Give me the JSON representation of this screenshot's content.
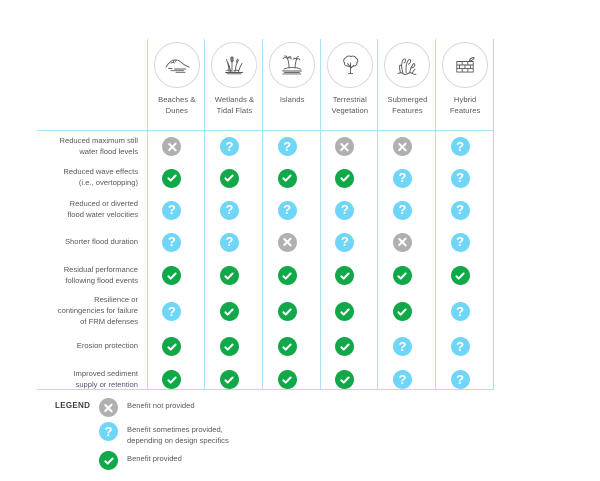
{
  "chart_data": {
    "type": "table",
    "title": "",
    "categories": [
      "Beaches & Dunes",
      "Wetlands & Tidal Flats",
      "Islands",
      "Terrestrial Vegetation",
      "Submerged Features",
      "Hybrid Features"
    ],
    "rows": [
      "Reduced maximum still water flood levels",
      "Reduced wave effects (i.e., overtopping)",
      "Reduced or diverted flood water velocities",
      "Shorter flood duration",
      "Residual performance following flood events",
      "Resilience or contingencies for failure of FRM defenses",
      "Erosion protection",
      "Improved sediment supply or retention"
    ],
    "values": [
      [
        "no",
        "maybe",
        "maybe",
        "no",
        "no",
        "maybe"
      ],
      [
        "yes",
        "yes",
        "yes",
        "yes",
        "maybe",
        "maybe"
      ],
      [
        "maybe",
        "maybe",
        "maybe",
        "maybe",
        "maybe",
        "maybe"
      ],
      [
        "maybe",
        "maybe",
        "no",
        "maybe",
        "no",
        "maybe"
      ],
      [
        "yes",
        "yes",
        "yes",
        "yes",
        "yes",
        "yes"
      ],
      [
        "maybe",
        "yes",
        "yes",
        "yes",
        "yes",
        "maybe"
      ],
      [
        "yes",
        "yes",
        "yes",
        "yes",
        "maybe",
        "maybe"
      ],
      [
        "yes",
        "yes",
        "yes",
        "yes",
        "maybe",
        "maybe"
      ]
    ],
    "value_legend": {
      "no": "Benefit not provided",
      "maybe": "Benefit sometimes provided, depending on design specifics",
      "yes": "Benefit provided"
    }
  },
  "colors": {
    "rule": "#a9e1f7",
    "no": "#b0b0b0",
    "maybe": "#6fd6f7",
    "yes": "#11a84a",
    "text": "#58595b",
    "icon_outline": "#58595b",
    "icon_circle_border": "#d9dadb"
  },
  "header": {
    "columns": [
      {
        "icon": "beach-dune-icon",
        "line1": "Beaches &",
        "line2": "Dunes"
      },
      {
        "icon": "wetland-tidal-flat-icon",
        "line1": "Wetlands &",
        "line2": "Tidal Flats"
      },
      {
        "icon": "island-icon",
        "line1": "Islands",
        "line2": ""
      },
      {
        "icon": "tree-icon",
        "line1": "Terrestrial",
        "line2": "Vegetation"
      },
      {
        "icon": "seagrass-icon",
        "line1": "Submerged",
        "line2": "Features"
      },
      {
        "icon": "brick-wall-icon",
        "line1": "Hybrid",
        "line2": "Features"
      }
    ]
  },
  "rows": [
    {
      "line1": "Reduced maximum still",
      "line2": "water flood levels",
      "line3": "",
      "values": [
        "no",
        "maybe",
        "maybe",
        "no",
        "no",
        "maybe"
      ]
    },
    {
      "line1": "Reduced wave effects",
      "line2": "(i.e., overtopping)",
      "line3": "",
      "values": [
        "yes",
        "yes",
        "yes",
        "yes",
        "maybe",
        "maybe"
      ]
    },
    {
      "line1": "Reduced or diverted",
      "line2": "flood water velocities",
      "line3": "",
      "values": [
        "maybe",
        "maybe",
        "maybe",
        "maybe",
        "maybe",
        "maybe"
      ]
    },
    {
      "line1": "Shorter flood duration",
      "line2": "",
      "line3": "",
      "values": [
        "maybe",
        "maybe",
        "no",
        "maybe",
        "no",
        "maybe"
      ]
    },
    {
      "line1": "Residual performance",
      "line2": "following flood events",
      "line3": "",
      "values": [
        "yes",
        "yes",
        "yes",
        "yes",
        "yes",
        "yes"
      ]
    },
    {
      "line1": "Resilience or",
      "line2": "contingencies for failure",
      "line3": "of FRM defenses",
      "values": [
        "maybe",
        "yes",
        "yes",
        "yes",
        "yes",
        "maybe"
      ]
    },
    {
      "line1": "Erosion protection",
      "line2": "",
      "line3": "",
      "values": [
        "yes",
        "yes",
        "yes",
        "yes",
        "maybe",
        "maybe"
      ]
    },
    {
      "line1": "Improved sediment",
      "line2": "supply or retention",
      "line3": "",
      "values": [
        "yes",
        "yes",
        "yes",
        "yes",
        "maybe",
        "maybe"
      ]
    }
  ],
  "legend": {
    "title": "LEGEND",
    "items": [
      {
        "status": "no",
        "line1": "Benefit not provided",
        "line2": ""
      },
      {
        "status": "maybe",
        "line1": "Benefit sometimes provided,",
        "line2": "depending on design specifics"
      },
      {
        "status": "yes",
        "line1": "Benefit provided",
        "line2": ""
      }
    ]
  }
}
